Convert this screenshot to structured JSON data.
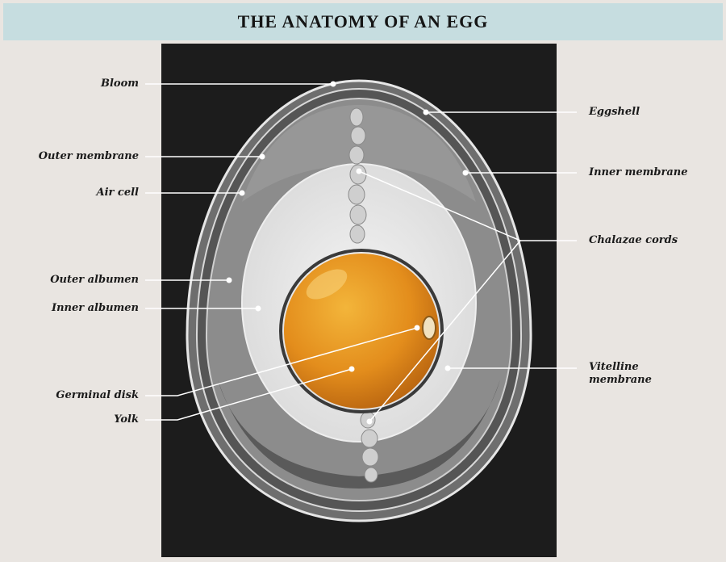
{
  "title": "THE ANATOMY OF AN EGG",
  "labels": {
    "bloom": "Bloom",
    "eggshell": "Eggshell",
    "outer_membrane": "Outer membrane",
    "inner_membrane": "Inner membrane",
    "air_cell": "Air cell",
    "chalazae_cords": "Chalazae cords",
    "outer_albumen": "Outer albumen",
    "inner_albumen": "Inner albumen",
    "vitelline_membrane_1": "Vitelline",
    "vitelline_membrane_2": "membrane",
    "germinal_disk": "Germinal disk",
    "yolk": "Yolk"
  },
  "colors": {
    "title_bar": "#c6dde0",
    "background": "#e9e5e1",
    "chalkboard": "#1c1c1c",
    "yolk": "#e08a1a",
    "chalk": "#f2f2f2"
  }
}
